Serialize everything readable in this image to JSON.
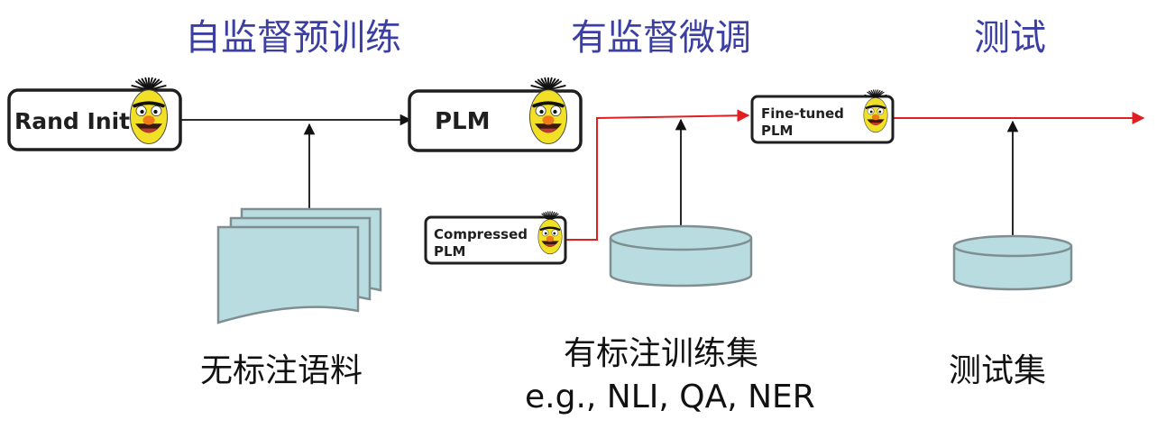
{
  "stages": {
    "pretrain": "自监督预训练",
    "finetune": "有监督微调",
    "test": "测试"
  },
  "nodes": {
    "rand_init": "Rand Init",
    "plm": "PLM",
    "finetuned_line1": "Fine-tuned",
    "finetuned_line2": "PLM",
    "compressed_line1": "Compressed",
    "compressed_line2": "PLM"
  },
  "captions": {
    "unlabeled_corpus": "无标注语料",
    "labeled_train_set": "有标注训练集",
    "examples": "e.g., NLI, QA, NER",
    "test_set": "测试集"
  },
  "colors": {
    "title": "#3b3fa2",
    "red_arrow": "#e02020",
    "data_fill": "#b8dcdf",
    "avatar_face": "#f1e025"
  },
  "icons": {
    "avatar": "bert-muppet-face-icon",
    "corpus": "document-stack-icon",
    "dataset": "database-cylinder-icon"
  }
}
